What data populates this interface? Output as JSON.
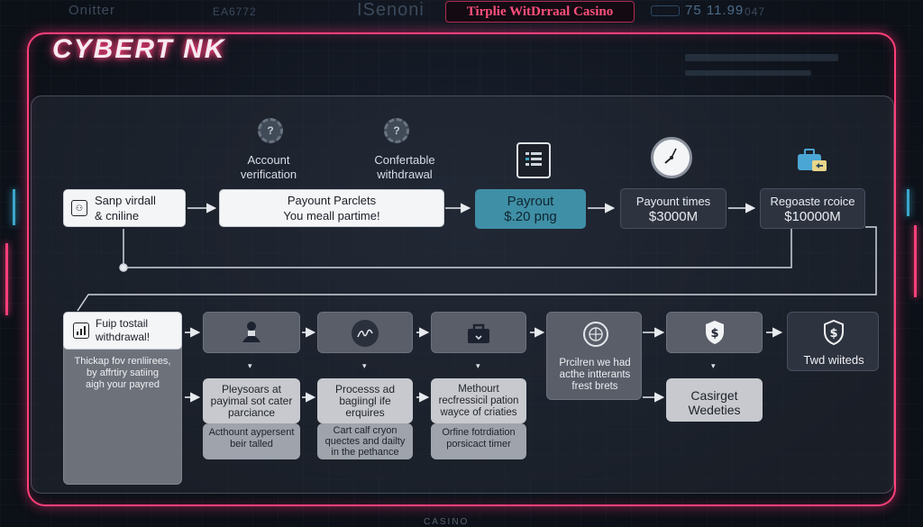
{
  "header": {
    "left_text": "Onitter",
    "mid_text": "EA6772",
    "center_text": "ISenoni",
    "badge_title": "Tirplie WitDrraal Casino",
    "right_text": "75 11.99",
    "far_text": "047"
  },
  "logo_text": "CYBERT NK",
  "flow_top": {
    "label_account": "Account\nverification",
    "label_withdrawal": "Confertable\nwithdrawal",
    "start_box": "Sanp virdall\n& cniline",
    "payout_params": "Payount Parclets\nYou meall partime!",
    "payout_box_line1": "Payrout",
    "payout_box_line2": "$.20 png",
    "times_line1": "Payount times",
    "times_line2": "$3000M",
    "request_line1": "Regoaste rcoice",
    "request_line2": "$10000M"
  },
  "flow_bottom": {
    "left_title": "Fuip tostail\nwithdrawal!",
    "left_desc": "Thickap fov renliirees,\nby affrtiry satiing\naigh your payred",
    "step1_main": "Pleysoars at\npayimal sot cater\nparciance",
    "step1_note": "Acthount aypersent\nbeir talled",
    "step2_main": "Processs ad\nbagiingl ife\nerquires",
    "step2_note": "Cart calf cryon\nquectes and dailty\nin the pethance",
    "step3_main": "Methourt\nrecfressicil pation\nwayce of criaties",
    "step3_note": "Orfine fotrdiation\nporsicact timer",
    "step4_main": "Prcilren we had\nacthe intterants\nfrest brets",
    "step5_main": "Casirget\nWedeties",
    "final_label": "Twd wiiteds"
  },
  "footer_text": "CASINO",
  "colors": {
    "neon": "#ff3f7a",
    "teal": "#3f8fa6",
    "panel": "#2e3340"
  }
}
